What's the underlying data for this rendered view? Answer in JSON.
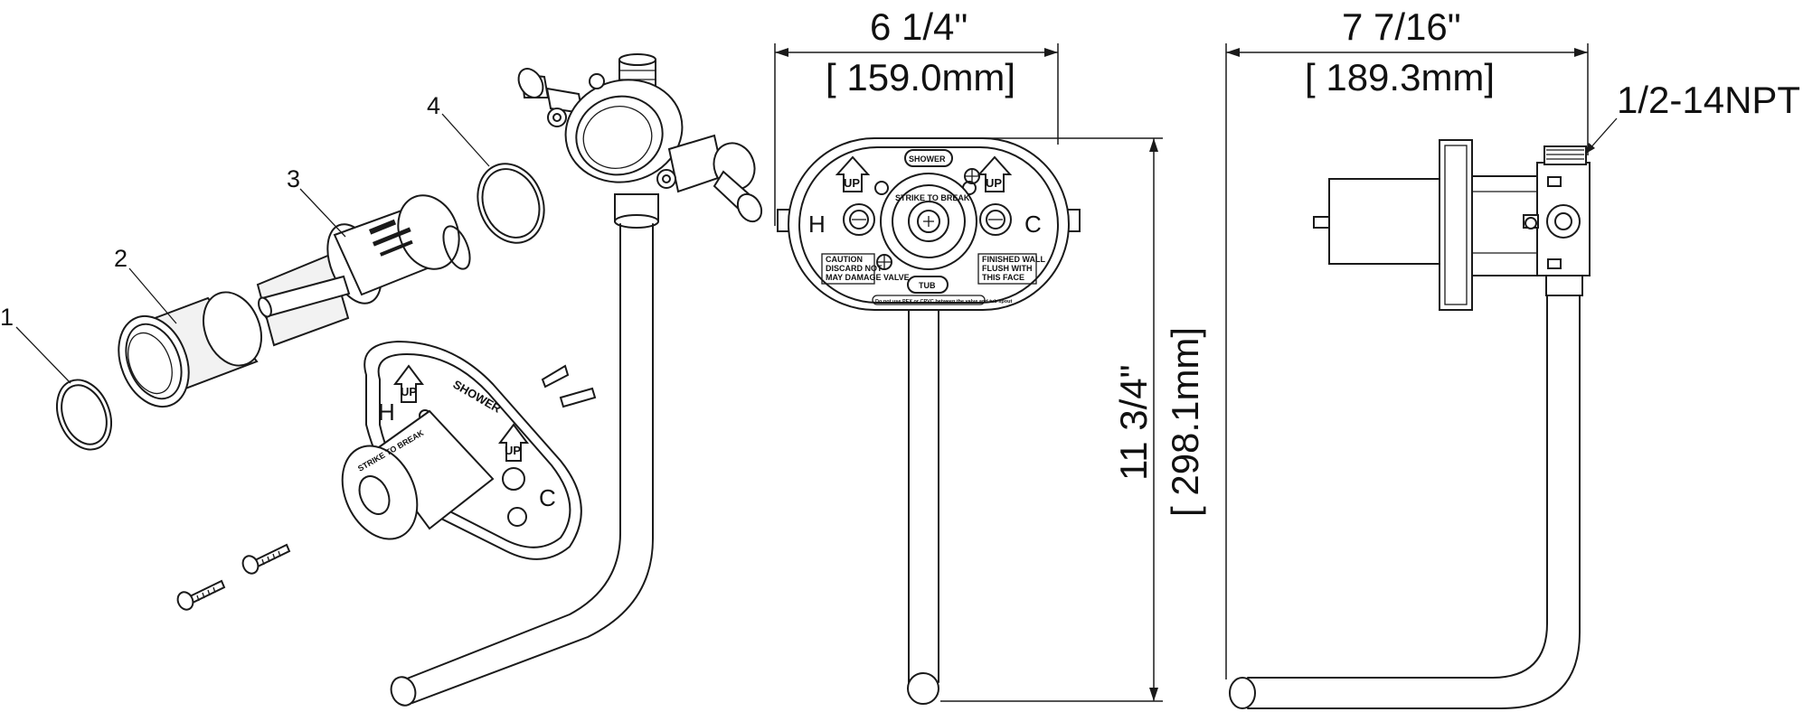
{
  "callouts": [
    "1",
    "2",
    "3",
    "4"
  ],
  "dimensions": {
    "front_width_in": "6 1/4\"",
    "front_width_mm": "[ 159.0mm]",
    "side_width_in": "7 7/16\"",
    "side_width_mm": "[ 189.3mm]",
    "height_in": "11 3/4\"",
    "height_mm": "[ 298.1mm]",
    "thread": "1/2-14NPT"
  },
  "plate_labels": {
    "shower": "SHOWER",
    "tub": "TUB",
    "up": "UP",
    "hot": "H",
    "cold": "C",
    "strike": "STRIKE TO BREAK",
    "caution_1": "CAUTION",
    "caution_2": "DISCARD NOT",
    "caution_3": "MAY DAMAGE VALVE",
    "flush_1": "FINISHED WALL",
    "flush_2": "FLUSH WITH",
    "flush_3": "THIS FACE",
    "warning": "Do not use PEX or CPVC between the valve and tub spout"
  }
}
